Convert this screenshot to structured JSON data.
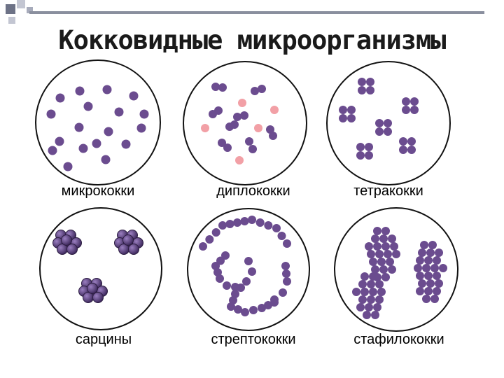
{
  "title": "Кокковидные микроорганизмы",
  "accent_colors": {
    "bar": "#8a8f9e",
    "square_dark": "#6d7286",
    "square_light": "#c3c6d2",
    "cell": "#6b4c8f",
    "cell_pink": "#f2a0a6"
  },
  "panels": [
    {
      "id": "micrococci",
      "label": "микрококки"
    },
    {
      "id": "diplococci",
      "label": "диплококки"
    },
    {
      "id": "tetracocci",
      "label": "тетракокки"
    },
    {
      "id": "sarcina",
      "label": "сарцины"
    },
    {
      "id": "streptococci",
      "label": "стрептококки"
    },
    {
      "id": "staphylococci",
      "label": "стафилококки"
    }
  ]
}
